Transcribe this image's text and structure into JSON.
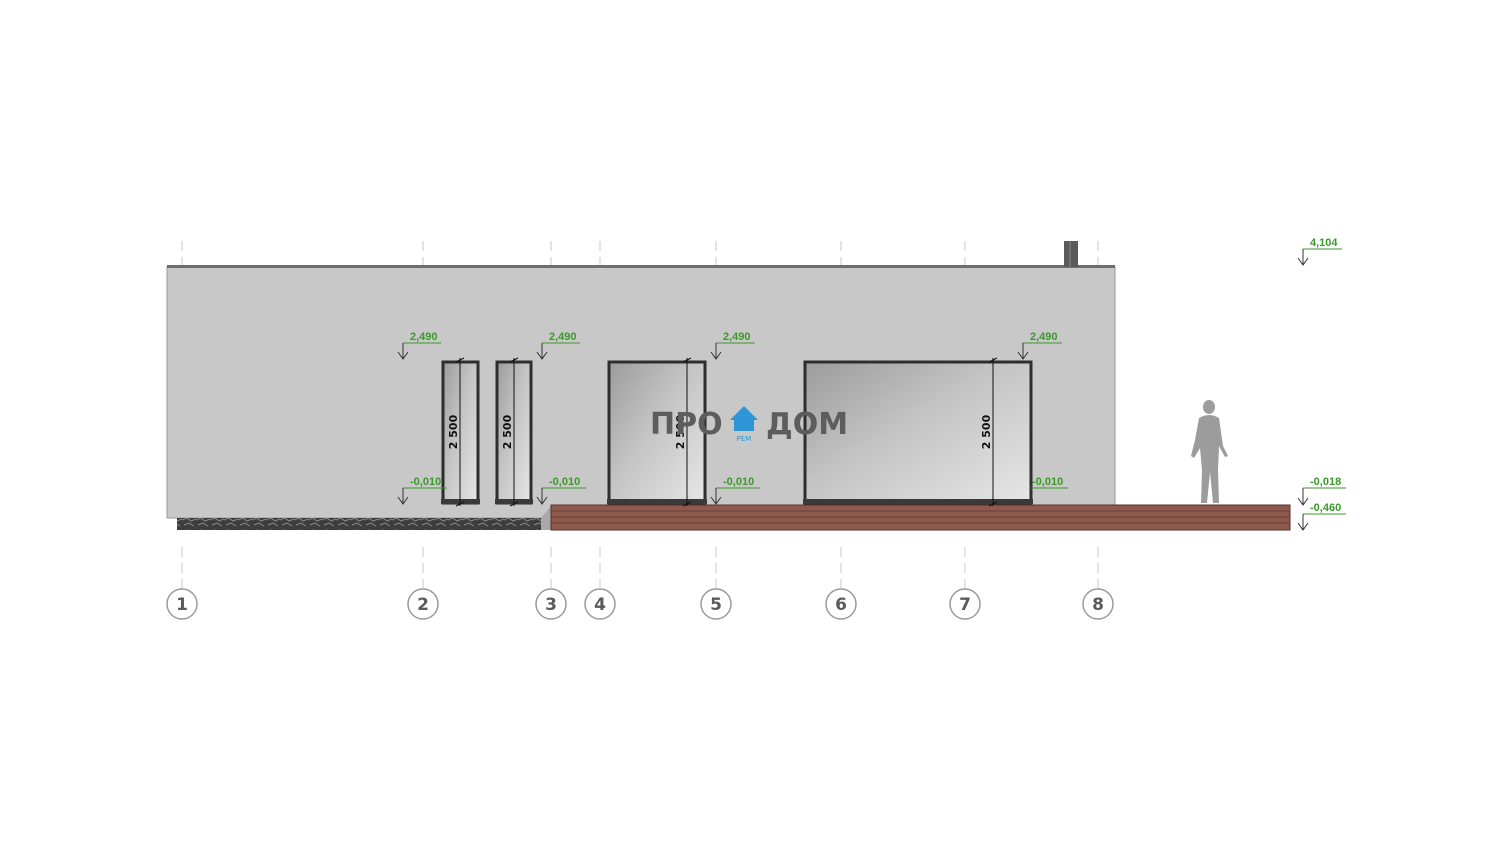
{
  "logo": {
    "left": "ПРО",
    "right": "ДОМ",
    "sub": "РЕМ",
    "icon": "house-icon"
  },
  "levels": {
    "roof_top": "4,104",
    "window_heads": [
      "2,490",
      "2,490",
      "2,490",
      "2,490"
    ],
    "window_sills": [
      "-0,010",
      "-0,010",
      "-0,010",
      "-0,010"
    ],
    "deck": "-0,018",
    "ground": "-0,460"
  },
  "window_heights": [
    "2 500",
    "2 500",
    "2 500",
    "2 500"
  ],
  "axes": [
    "1",
    "2",
    "3",
    "4",
    "5",
    "6",
    "7",
    "8"
  ],
  "colors": {
    "wall": "#c8c8c8",
    "frame": "#2e2e2e",
    "glass": "#e2e2e2",
    "deck": "#8e5a4e",
    "stone": "#4f4f4f",
    "level_text": "#3a9a2a",
    "logo_accent": "#2e95d6"
  }
}
